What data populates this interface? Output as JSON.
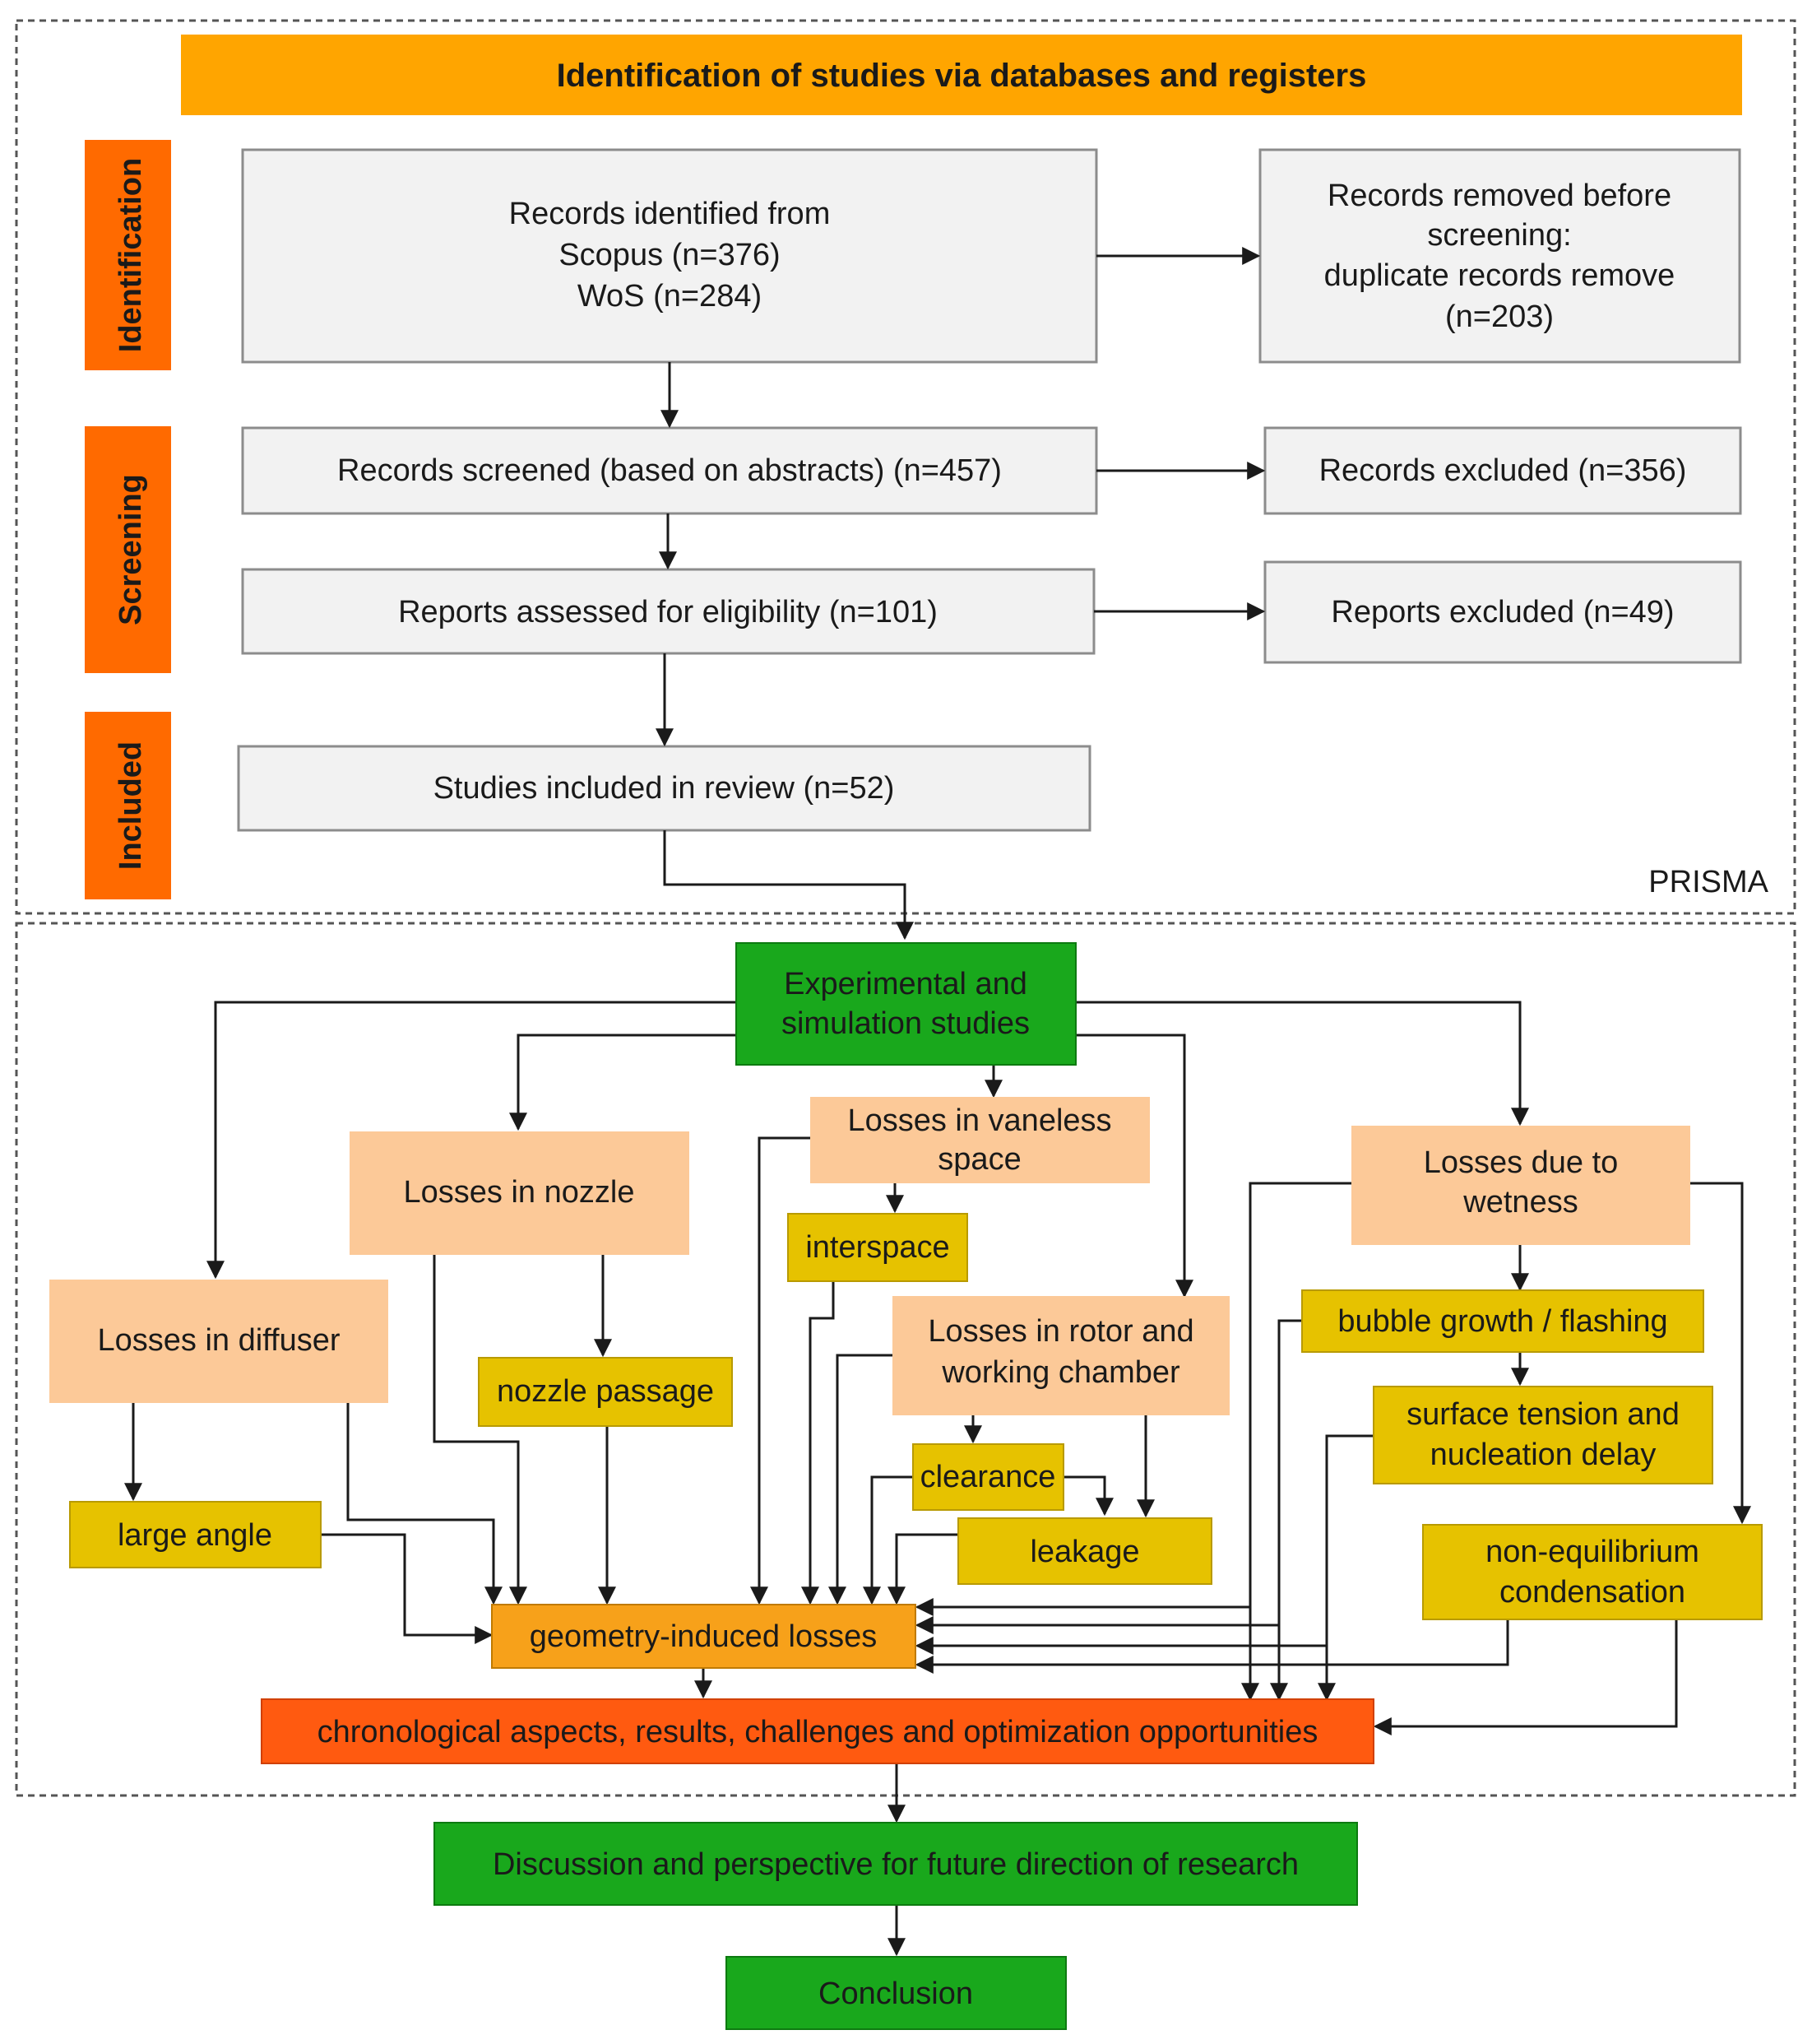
{
  "prisma": {
    "header": "Identification of studies via databases and registers",
    "label": "PRISMA",
    "stages": {
      "identification": "Identification",
      "screening": "Screening",
      "included": "Included"
    },
    "identified": {
      "line1": "Records identified from",
      "line2": "Scopus (n=376)",
      "line3": "WoS (n=284)"
    },
    "removed": {
      "line1": "Records removed before",
      "line2": "screening:",
      "line3": "duplicate records remove",
      "line4": "(n=203)"
    },
    "screened": "Records screened (based on abstracts) (n=457)",
    "excluded_records": "Records excluded (n=356)",
    "assessed": "Reports assessed for eligibility (n=101)",
    "excluded_reports": "Reports excluded (n=49)",
    "included_studies": "Studies included in review (n=52)"
  },
  "review": {
    "experimental": {
      "line1": "Experimental and",
      "line2": "simulation studies"
    },
    "vaneless": {
      "line1": "Losses in vaneless",
      "line2": "space"
    },
    "nozzle": "Losses in nozzle",
    "wetness": {
      "line1": "Losses due to",
      "line2": "wetness"
    },
    "interspace": "interspace",
    "diffuser": "Losses in diffuser",
    "nozzle_passage": "nozzle passage",
    "rotor": {
      "line1": "Losses in rotor and",
      "line2": "working chamber"
    },
    "bubble": "bubble growth / flashing",
    "surface": {
      "line1": "surface tension and",
      "line2": "nucleation delay"
    },
    "clearance": "clearance",
    "leakage": "leakage",
    "large_angle": "large angle",
    "non_eq": {
      "line1": "non-equilibrium",
      "line2": "condensation"
    },
    "geometry": "geometry-induced losses",
    "chronological": "chronological aspects, results, challenges and optimization opportunities",
    "discussion": "Discussion and perspective for future direction of research",
    "conclusion": "Conclusion"
  },
  "colors": {
    "header": "#ffa500",
    "stage": "#ff6a00",
    "peach": "#fcc998",
    "gold": "#e6c200",
    "amber": "#f7a11a",
    "red": "#ff5a10",
    "green": "#19a81c",
    "grey_box": "#f2f2f2"
  }
}
